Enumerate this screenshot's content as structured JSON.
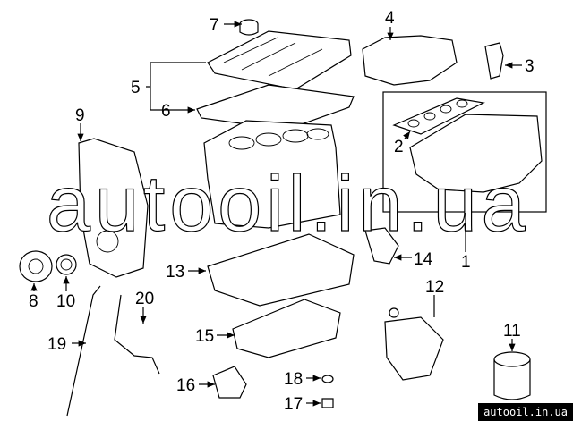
{
  "diagram": {
    "callouts": [
      "1",
      "2",
      "3",
      "4",
      "5",
      "6",
      "7",
      "8",
      "9",
      "10",
      "11",
      "12",
      "13",
      "14",
      "15",
      "16",
      "17",
      "18",
      "19",
      "20"
    ],
    "watermark": "autooil.in.ua",
    "site_badge": "autooil.in.ua"
  }
}
